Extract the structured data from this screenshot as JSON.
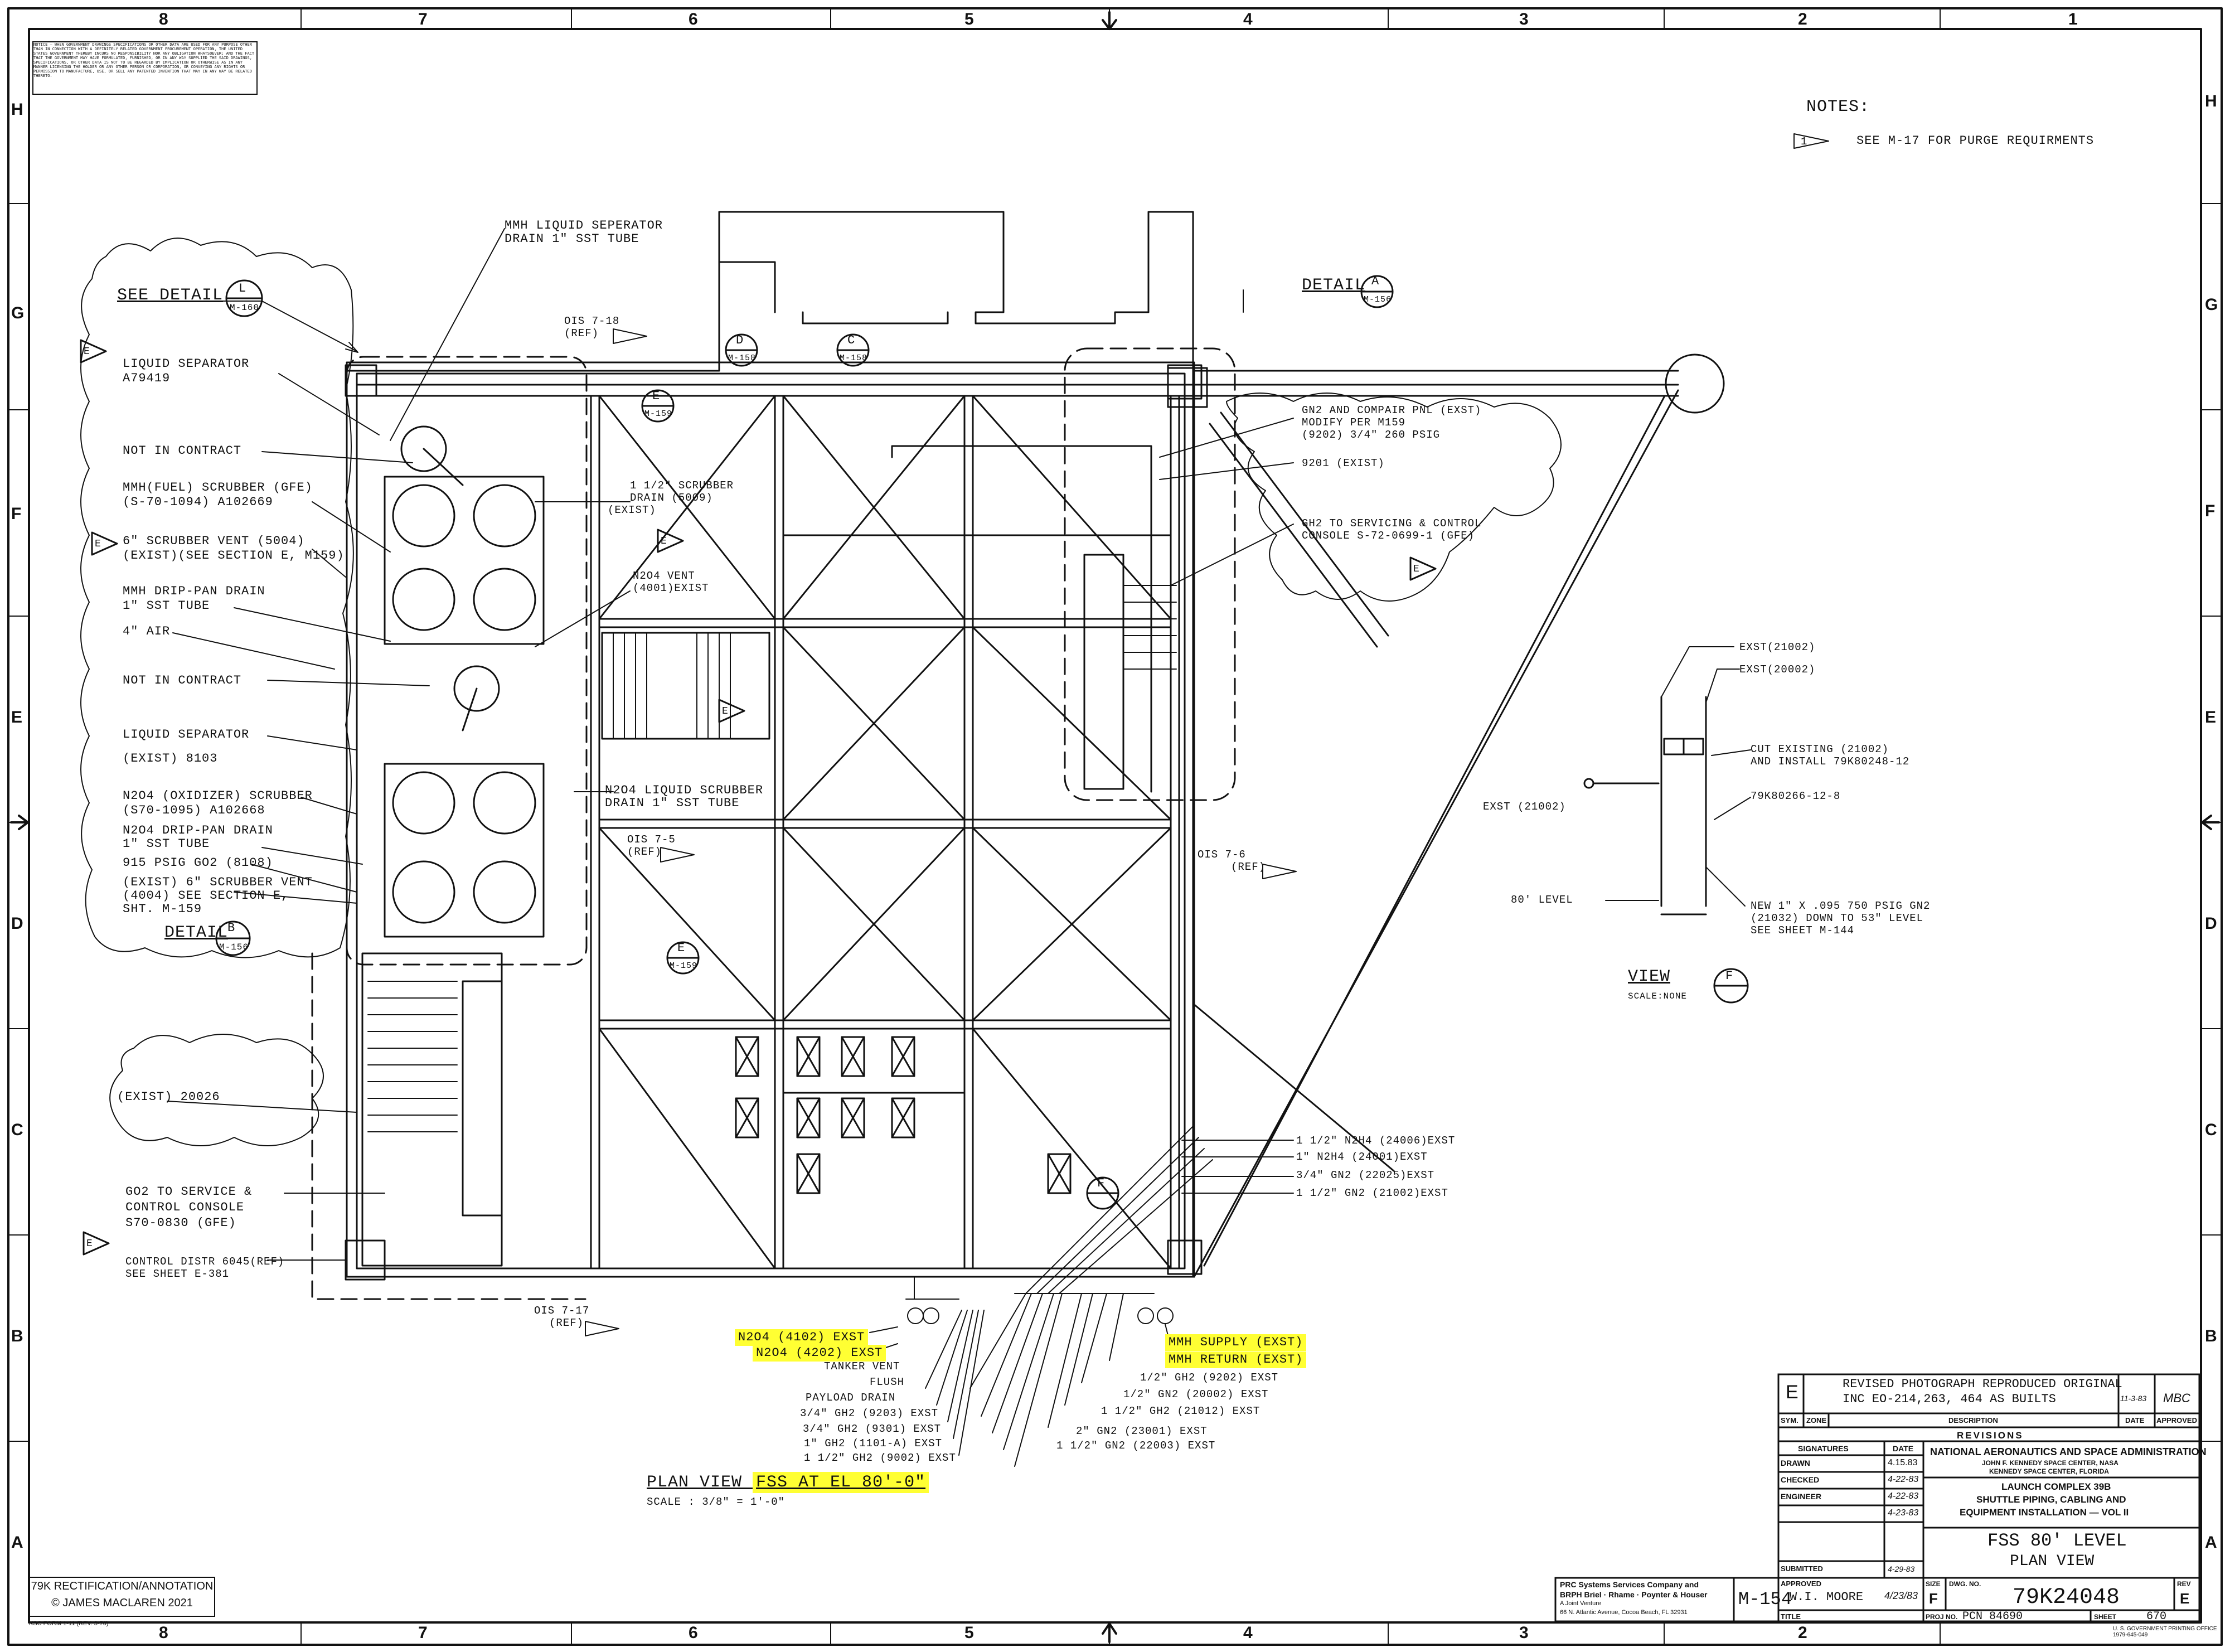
{
  "notice_text": "NOTICE — WHEN GOVERNMENT DRAWINGS SPECIFICATIONS OR OTHER DATA ARE USED FOR ANY PURPOSE OTHER THAN IN CONNECTION WITH A DEFINITELY RELATED GOVERNMENT PROCUREMENT OPERATION, THE UNITED STATES GOVERNMENT THEREBY INCURS NO RESPONSIBILITY NOR ANY OBLIGATION WHATSOEVER; AND THE FACT THAT THE GOVERNMENT MAY HAVE FORMULATED, FURNISHED, OR IN ANY WAY SUPPLIED THE SAID DRAWINGS, SPECIFICATIONS, OR OTHER DATA IS NOT TO BE REGARDED BY IMPLICATION OR OTHERWISE AS IN ANY MANNER LICENSING THE HOLDER OR ANY OTHER PERSON OR CORPORATION, OR CONVEYING ANY RIGHTS OR PERMISSION TO MANUFACTURE, USE, OR SELL ANY PATENTED INVENTION THAT MAY IN ANY WAY BE RELATED THERETO.",
  "zones": {
    "top": [
      "8",
      "7",
      "6",
      "5",
      "4",
      "3",
      "2",
      "1"
    ],
    "side": [
      "H",
      "G",
      "F",
      "E",
      "D",
      "C",
      "B",
      "A"
    ]
  },
  "notes": {
    "title": "NOTES:",
    "flag": "1",
    "note_1": "SEE M-17 FOR PURGE REQUIRMENTS"
  },
  "left_callouts": {
    "see_detail": "SEE DETAIL",
    "detail_l_letter": "L",
    "detail_l_sheet": "M-160",
    "rev_flag": "E",
    "liquid_sep_1": "LIQUID SEPARATOR",
    "liquid_sep_1_pn": "A79419",
    "nic_1": "NOT IN CONTRACT",
    "fuel_scrubber_1": "MMH(FUEL) SCRUBBER (GFE)",
    "fuel_scrubber_2": "(S-70-1094) A102669",
    "scrub_vent_1": "6\" SCRUBBER VENT (5004)",
    "scrub_vent_2": "(EXIST)(SEE SECTION E, M159)",
    "mmh_drip_1": "MMH DRIP-PAN DRAIN",
    "mmh_drip_2": "1\" SST TUBE",
    "air": "4\" AIR",
    "nic_2": "NOT IN CONTRACT",
    "liquid_sep_2": "LIQUID SEPARATOR",
    "liquid_sep_2_pn": "(EXIST) 8103",
    "ox_scrubber_1": "N2O4 (OXIDIZER) SCRUBBER",
    "ox_scrubber_2": "(S70-1095) A102668",
    "n2o4_drip_1": "N2O4 DRIP-PAN DRAIN",
    "n2o4_drip_2": "1\" SST TUBE",
    "go2_915": "915 PSIG GO2 (8108)",
    "exist_vent_1": "(EXIST) 6\" SCRUBBER VENT",
    "exist_vent_2": "(4004) SEE SECTION E,",
    "exist_vent_3": "SHT. M-159",
    "detail_b": "DETAIL",
    "detail_b_letter": "B",
    "detail_b_sheet": "M-156",
    "exist_20026": "(EXIST) 20026",
    "go2_console_1": "GO2 TO SERVICE &",
    "go2_console_2": "CONTROL CONSOLE",
    "go2_console_3": "S70-0830 (GFE)",
    "control_distr_1": "CONTROL DISTR 6045(REF)",
    "control_distr_2": "SEE SHEET E-381"
  },
  "center_callouts": {
    "mmh_sep_drain_1": "MMH LIQUID SEPERATOR",
    "mmh_sep_drain_2": "DRAIN 1\" SST TUBE",
    "ois_718": "OIS 7-18",
    "ois_718_ref": "(REF)",
    "detail_d_letter": "D",
    "detail_d_sheet": "M-158",
    "detail_c_letter": "C",
    "detail_c_sheet": "M-158",
    "sect_e_letter": "E",
    "sect_e_sheet": "M-159",
    "scrubber_drain_1": "1 1/2\" SCRUBBER",
    "scrubber_drain_2": "DRAIN (5009)",
    "scrubber_drain_3": "(EXIST)",
    "n2o4_vent_1": "N2O4 VENT",
    "n2o4_vent_2": "(4001)EXIST",
    "n2o4_scrubber_drain_1": "N2O4 LIQUID SCRUBBER",
    "n2o4_scrubber_drain_2": "DRAIN 1\" SST TUBE",
    "ois_75": "OIS 7-5",
    "ois_75_ref": "(REF)",
    "ois_717": "OIS 7-17",
    "ois_717_ref": "(REF)",
    "ois_76": "OIS 7-6",
    "ois_76_ref": "(REF)",
    "view_f_letter": "F",
    "plan_view_prefix": "PLAN VIEW ",
    "plan_view_hl": "FSS AT EL 80'-0\"",
    "plan_scale": "SCALE : 3/8\" = 1'-0\""
  },
  "right_callouts": {
    "detail_a": "DETAIL",
    "detail_a_letter": "A",
    "detail_a_sheet": "M-156",
    "gn2_panel_1": "GN2 AND COMPAIR PNL (EXST)",
    "gn2_panel_2": "MODIFY PER M159",
    "gn2_panel_3": "(9202) 3/4\" 260 PSIG",
    "exist_9201": "9201 (EXIST)",
    "gh2_console_1": "GH2 TO SERVICING & CONTROL",
    "gh2_console_2": "CONSOLE S-72-0699-1 (GFE)",
    "pipe_1": "1 1/2\" N2H4 (24006)EXST",
    "pipe_2": "1\" N2H4 (24001)EXST",
    "pipe_3": "3/4\" GN2 (22025)EXST",
    "pipe_4": "1 1/2\" GN2 (21002)EXST"
  },
  "view_f": {
    "exst_21002_top": "EXST(21002)",
    "exst_20002": "EXST(20002)",
    "cut_existing_1": "CUT EXISTING (21002)",
    "cut_existing_2": "AND INSTALL 79K80248-12",
    "part_79k": "79K80266-12-8",
    "exst_21002_left": "EXST (21002)",
    "level_80": "80' LEVEL",
    "new_line_1": "NEW 1\" X .095 750 PSIG GN2",
    "new_line_2": "(21032) DOWN TO 53\" LEVEL",
    "new_line_3": "SEE SHEET M-144",
    "title": "VIEW",
    "letter": "F",
    "scale": "SCALE:NONE"
  },
  "bottom_lines": {
    "n2o4_4102": "N2O4 (4102) EXST",
    "n2o4_4202": "N2O4 (4202) EXST",
    "tanker_vent": "TANKER VENT",
    "flush": "FLUSH",
    "payload_drain": "PAYLOAD DRAIN",
    "gh2_9203": "3/4\" GH2 (9203) EXST",
    "gh2_9301": "3/4\" GH2 (9301) EXST",
    "gh2_1101": "1\" GH2 (1101-A) EXST",
    "gh2_9002": "1 1/2\" GH2 (9002) EXST",
    "mmh_supply": "MMH SUPPLY (EXST)",
    "mmh_return": "MMH RETURN (EXST)",
    "gh2_9202": "1/2\" GH2 (9202) EXST",
    "gn2_20002": "1/2\" GN2 (20002) EXST",
    "gh2_21012": "1 1/2\" GH2 (21012) EXST",
    "gn2_23001": "2\" GN2 (23001) EXST",
    "gn2_22003": "1 1/2\" GN2 (22003) EXST"
  },
  "revision": {
    "sym": "E",
    "description_1": "REVISED PHOTOGRAPH REPRODUCED ORIGINAL",
    "description_2": "INC EO-214,263, 464   AS BUILTS",
    "date": "11-3-83",
    "approved": "MBC",
    "col_sym": "SYM.",
    "col_zone": "ZONE",
    "col_description": "DESCRIPTION",
    "col_date": "DATE",
    "col_approved": "APPROVED",
    "heading": "REVISIONS"
  },
  "signatures": {
    "col_signatures": "SIGNATURES",
    "col_date": "DATE",
    "drawn": "DRAWN",
    "checked": "CHECKED",
    "engineer": "ENGINEER",
    "drawn_date": "4.15.83",
    "checked_date": "4-22-83",
    "engineer_date": "4-22-83",
    "extra_date": "4-23-83",
    "submitted": "SUBMITTED",
    "submitted_date": "4-29-83",
    "approved": "APPROVED",
    "approved_name": "W.I. MOORE",
    "approved_date": "4/23/83",
    "title_label": "TITLE"
  },
  "title_block": {
    "agency": "NATIONAL AERONAUTICS AND SPACE ADMINISTRATION",
    "center_1": "JOHN F. KENNEDY SPACE CENTER, NASA",
    "center_2": "KENNEDY SPACE CENTER, FLORIDA",
    "project_1": "LAUNCH COMPLEX 39B",
    "project_2": "SHUTTLE PIPING, CABLING AND",
    "project_3": "EQUIPMENT INSTALLATION — VOL II",
    "title_1": "FSS 80' LEVEL",
    "title_2": "PLAN VIEW",
    "size_label": "SIZE",
    "size": "F",
    "dwg_label": "DWG. NO.",
    "dwg_no": "79K24048",
    "rev_label": "REV",
    "rev": "E",
    "proj_label": "PROJ NO.",
    "proj_no": "PCN 84690",
    "sheet_label": "SHEET",
    "sheet": "670",
    "ref_sheet": "M-154"
  },
  "contractor": {
    "line_1": "PRC Systems Services Company and",
    "line_2": "BRPH Briel · Rhame · Poynter & Houser",
    "line_3": "A Joint Venture",
    "line_4": "66 N. Atlantic Avenue, Cocoa Beach, FL 32931"
  },
  "credit": {
    "line_1": "79K RECTIFICATION/ANNOTATION",
    "line_2": "© JAMES MACLAREN 2021"
  },
  "footer": "KSC FORM 1-11 (REV. 3-76)",
  "gov_print": "U. S. GOVERNMENT PRINTING OFFICE 1979-645-049",
  "highlight_color": "#ffff33",
  "line_color": "#111111"
}
